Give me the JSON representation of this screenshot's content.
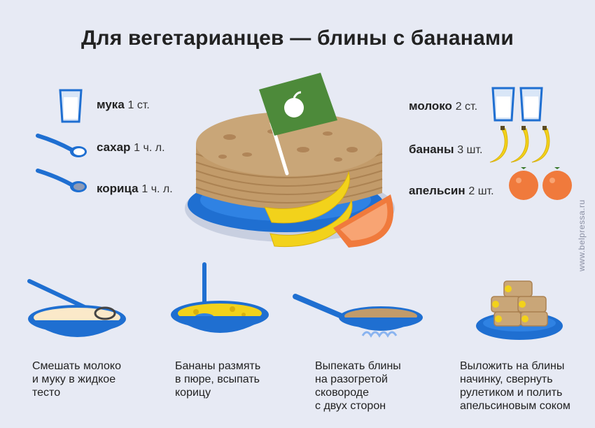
{
  "title": "Для вегетарианцев — блины с бананами",
  "ingredients_left": [
    {
      "name": "мука",
      "qty": "1 ст.",
      "icon": "glass-icon"
    },
    {
      "name": "сахар",
      "qty": "1 ч. л.",
      "icon": "spoon-icon"
    },
    {
      "name": "корица",
      "qty": "1 ч. л.",
      "icon": "spoon-icon"
    }
  ],
  "ingredients_right": [
    {
      "name": "молоко",
      "qty": "2 ст.",
      "icon": "glass-icon"
    },
    {
      "name": "бананы",
      "qty": "3 шт.",
      "icon": "banana-icon"
    },
    {
      "name": "апельсин",
      "qty": "2 шт.",
      "icon": "orange-icon"
    }
  ],
  "steps": [
    {
      "line1": "Смешать молоко",
      "line2": "и муку в жидкое",
      "line3": "тесто",
      "line4": ""
    },
    {
      "line1": "Бананы размять",
      "line2": "в пюре, всыпать",
      "line3": "корицу",
      "line4": ""
    },
    {
      "line1": "Выпекать блины",
      "line2": "на разогретой",
      "line3": "сковороде",
      "line4": "с двух сторон"
    },
    {
      "line1": "Выложить на блины",
      "line2": "начинку, свернуть",
      "line3": "рулетиком и полить",
      "line4": "апельсиновым соком"
    }
  ],
  "watermark": "www.belpressa.ru",
  "colors": {
    "background": "#e7eaf4",
    "blue": "#1f6fd1",
    "pancake": "#c9a678",
    "banana": "#f2d21b",
    "orange": "#f07a3c",
    "flag": "#4d8a3a"
  }
}
